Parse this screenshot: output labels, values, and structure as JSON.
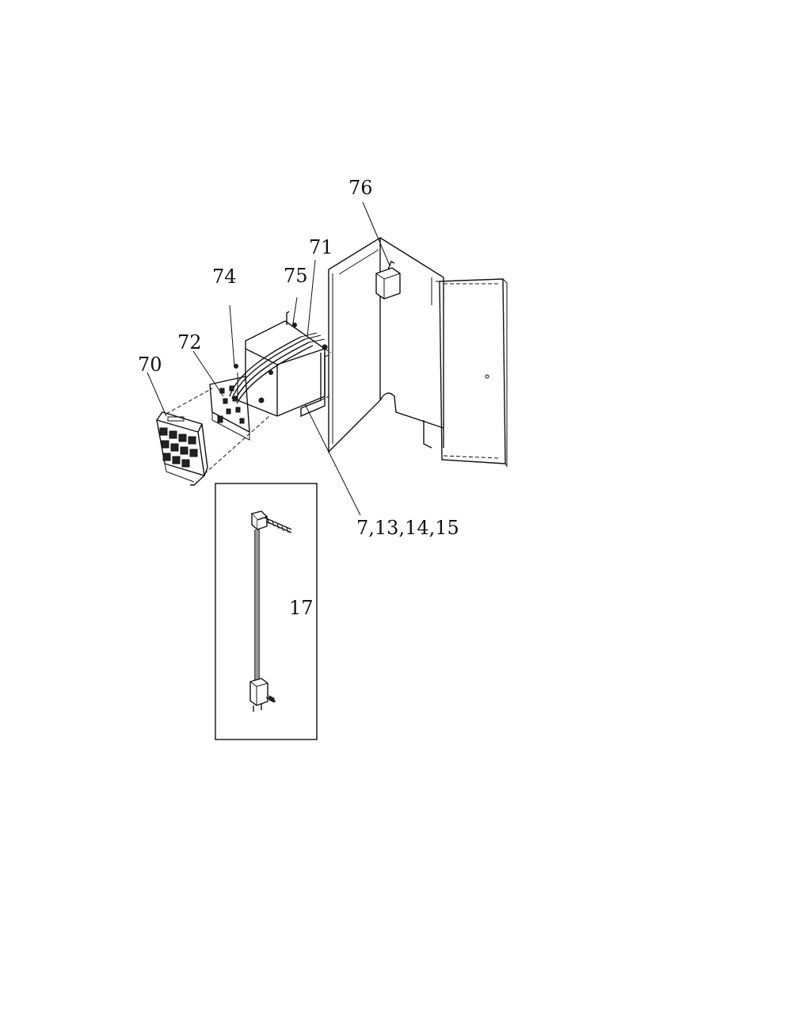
{
  "callouts": {
    "c70": "70",
    "c71": "71",
    "c72": "72",
    "c74": "74",
    "c75": "75",
    "c76": "76",
    "c17": "17",
    "c7_13_14_15": "7,13,14,15"
  },
  "colors": {
    "ink": "#111111",
    "paper": "#ffffff"
  }
}
